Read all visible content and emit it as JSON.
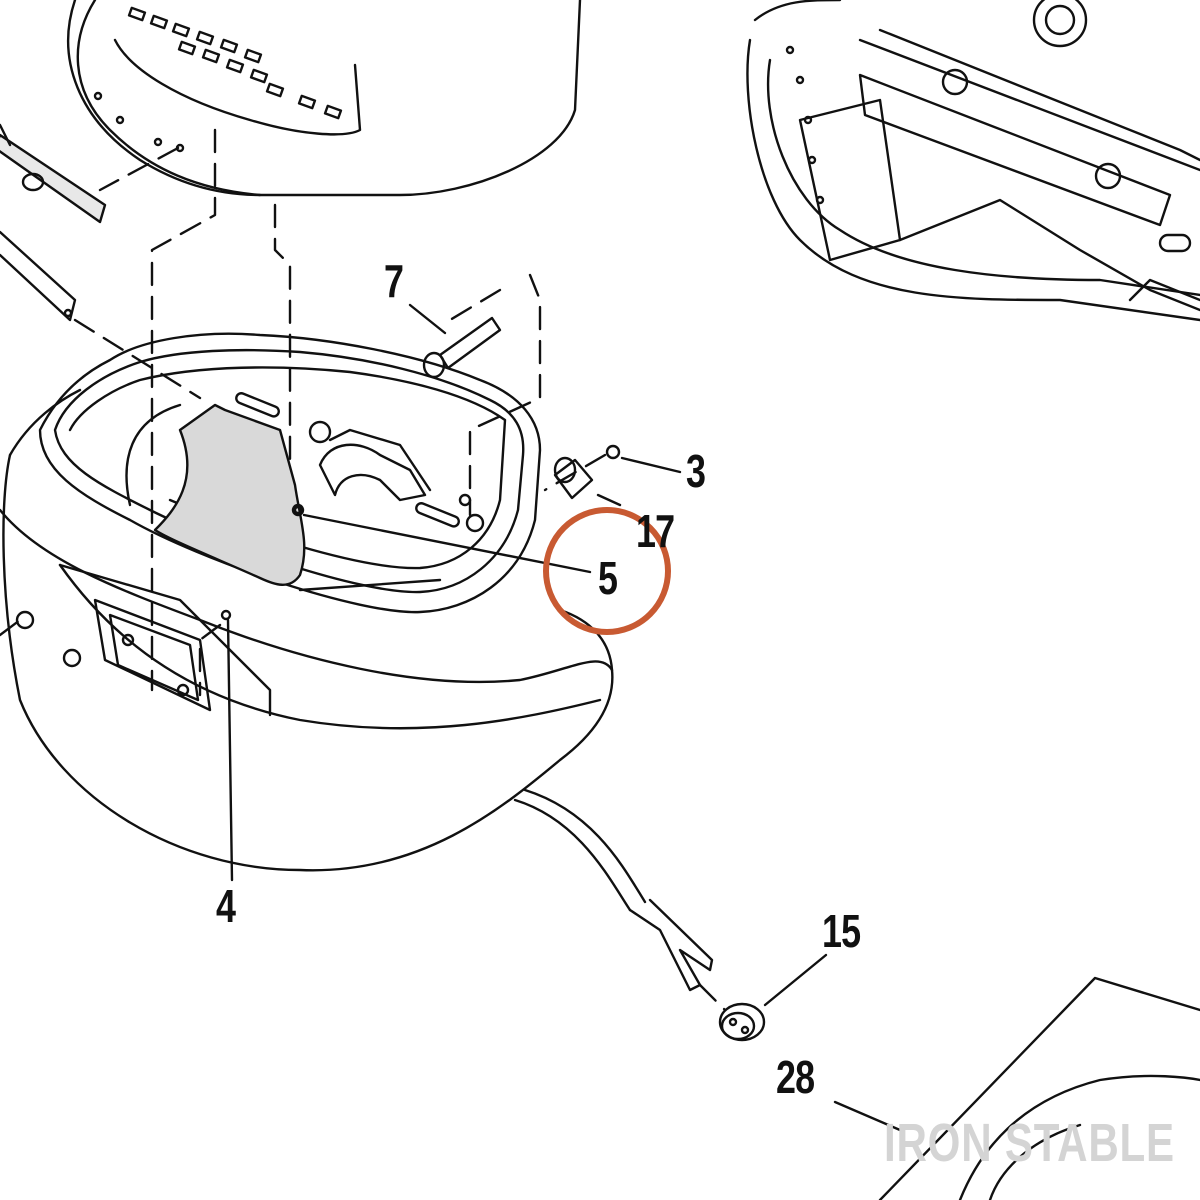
{
  "diagram": {
    "callouts": [
      {
        "id": "7",
        "label": "7"
      },
      {
        "id": "3",
        "label": "3"
      },
      {
        "id": "17",
        "label": "17"
      },
      {
        "id": "5",
        "label": "5"
      },
      {
        "id": "4",
        "label": "4"
      },
      {
        "id": "15",
        "label": "15"
      },
      {
        "id": "28",
        "label": "28"
      }
    ],
    "highlighted_callout": "5",
    "watermark": "IRON STABLE"
  },
  "colors": {
    "line": "#111111",
    "highlight_ring": "#c85a32",
    "shaded_part": "#d9d9d9",
    "watermark": "#d4d4d4"
  }
}
